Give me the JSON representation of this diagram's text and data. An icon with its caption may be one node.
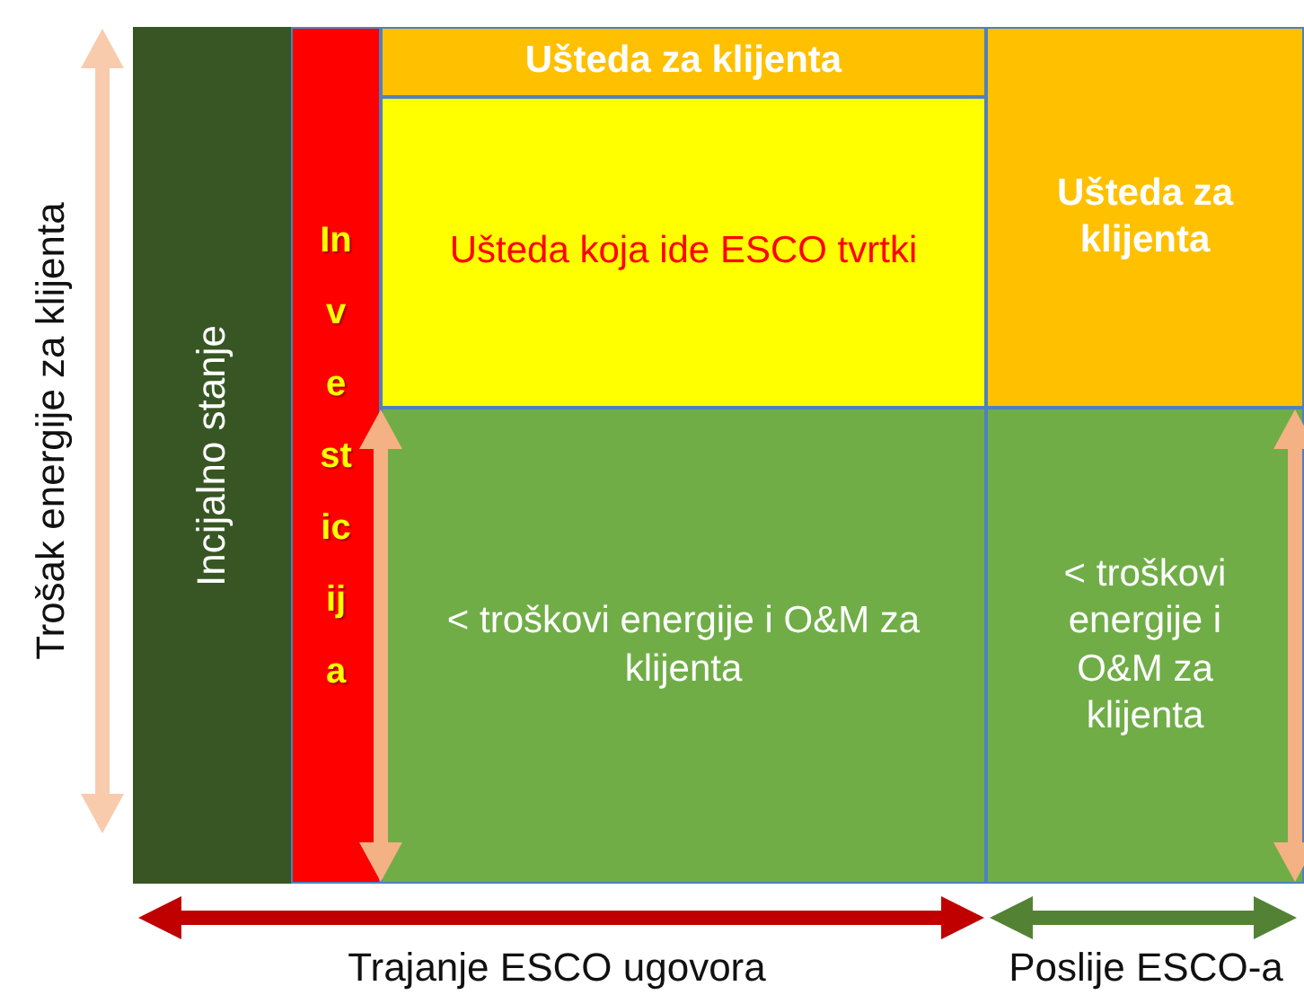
{
  "diagram": {
    "nodes": [
      {
        "text": [
          "Incijalno stanje"
        ]
      },
      {
        "text": [
          "Investicija"
        ]
      },
      {
        "text": [
          "Ušteda za klijenta"
        ]
      },
      {
        "text": [
          "Ušteda koja ide ESCO tvrtki"
        ]
      },
      {
        "text": [
          "< troškovi energije i O&M za klijenta"
        ]
      },
      {
        "text": [
          "Ušteda za klijenta"
        ]
      },
      {
        "text": [
          "< troškovi energije i O&M za klijenta"
        ]
      }
    ],
    "labels": [
      "Trošak energije za klijenta",
      "Trajanje ESCO ugovora",
      "Poslije ESCO-a"
    ]
  }
}
